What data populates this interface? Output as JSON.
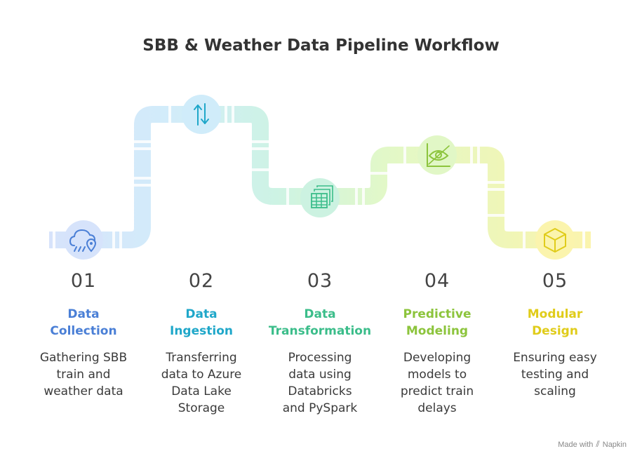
{
  "title": "SBB & Weather Data Pipeline Workflow",
  "steps": [
    {
      "number": "01",
      "heading_1": "Data",
      "heading_2": "Collection",
      "desc_1": "Gathering SBB",
      "desc_2": "train and",
      "desc_3": "weather data",
      "desc_4": "",
      "color": "#4a7fd6",
      "icon": "cloud-pin-icon"
    },
    {
      "number": "02",
      "heading_1": "Data",
      "heading_2": "Ingestion",
      "desc_1": "Transferring",
      "desc_2": "data to Azure",
      "desc_3": "Data Lake",
      "desc_4": "Storage",
      "color": "#1fa7c9",
      "icon": "up-down-arrows-icon"
    },
    {
      "number": "03",
      "heading_1": "Data",
      "heading_2": "Transformation",
      "desc_1": "Processing",
      "desc_2": "data using",
      "desc_3": "Databricks",
      "desc_4": "and PySpark",
      "color": "#3bbd8a",
      "icon": "stacked-tables-icon"
    },
    {
      "number": "04",
      "heading_1": "Predictive",
      "heading_2": "Modeling",
      "desc_1": "Developing",
      "desc_2": "models to",
      "desc_3": "predict train",
      "desc_4": "delays",
      "color": "#8cc43c",
      "icon": "eye-chart-icon"
    },
    {
      "number": "05",
      "heading_1": "Modular",
      "heading_2": "Design",
      "desc_1": "Ensuring easy",
      "desc_2": "testing and",
      "desc_3": "scaling",
      "desc_4": "",
      "color": "#e0cc1a",
      "icon": "cube-icon"
    }
  ],
  "credit": {
    "made_with": "Made with",
    "brand": "Napkin"
  }
}
